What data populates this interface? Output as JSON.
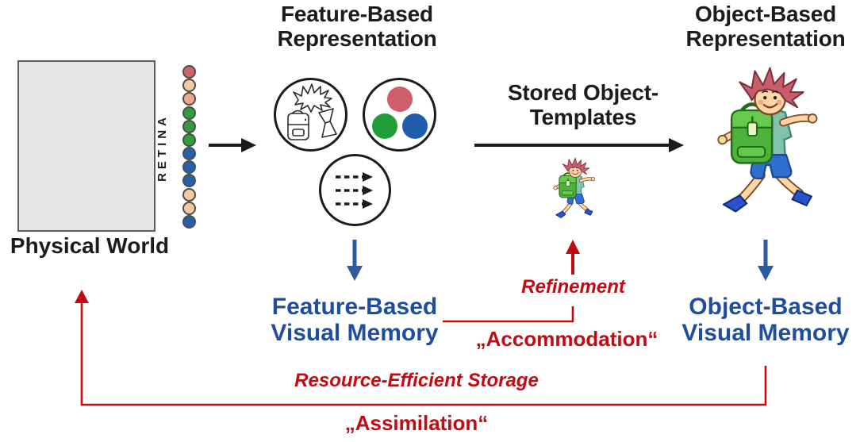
{
  "diagram": {
    "colors": {
      "black": "#1c1c1c",
      "blue_text": "#1f4e9e",
      "blue_arrow": "#2d5aa0",
      "red": "#c00b12",
      "circle_border": "#1c1c1c",
      "dot_ring": "#4d4d4d"
    },
    "physical_world": {
      "label": "Physical World"
    },
    "retina": {
      "label": "RETINA",
      "dot_colors": [
        "#d4606c",
        "#f6c9a0",
        "#f0a78c",
        "#2f9e3c",
        "#2f9e3c",
        "#2f9e3c",
        "#2361ac",
        "#2361ac",
        "#2361ac",
        "#f6c9a0",
        "#f6c9a0",
        "#2361ac"
      ]
    },
    "feature_representation": {
      "title_line1": "Feature-Based",
      "title_line2": "Representation",
      "dot_colors": [
        "#d15f6b",
        "#1f9d36",
        "#1f5cac"
      ]
    },
    "stored_templates": {
      "title_line1": "Stored Object-",
      "title_line2": "Templates"
    },
    "object_representation": {
      "title_line1": "Object-Based",
      "title_line2": "Representation"
    },
    "feature_memory": {
      "line1": "Feature-Based",
      "line2": "Visual Memory"
    },
    "object_memory": {
      "line1": "Object-Based",
      "line2": "Visual Memory"
    },
    "labels": {
      "refinement": "Refinement",
      "accommodation": "„Accommodation“",
      "resource_efficient": "Resource-Efficient Storage",
      "assimilation": "„Assimilation“"
    }
  }
}
